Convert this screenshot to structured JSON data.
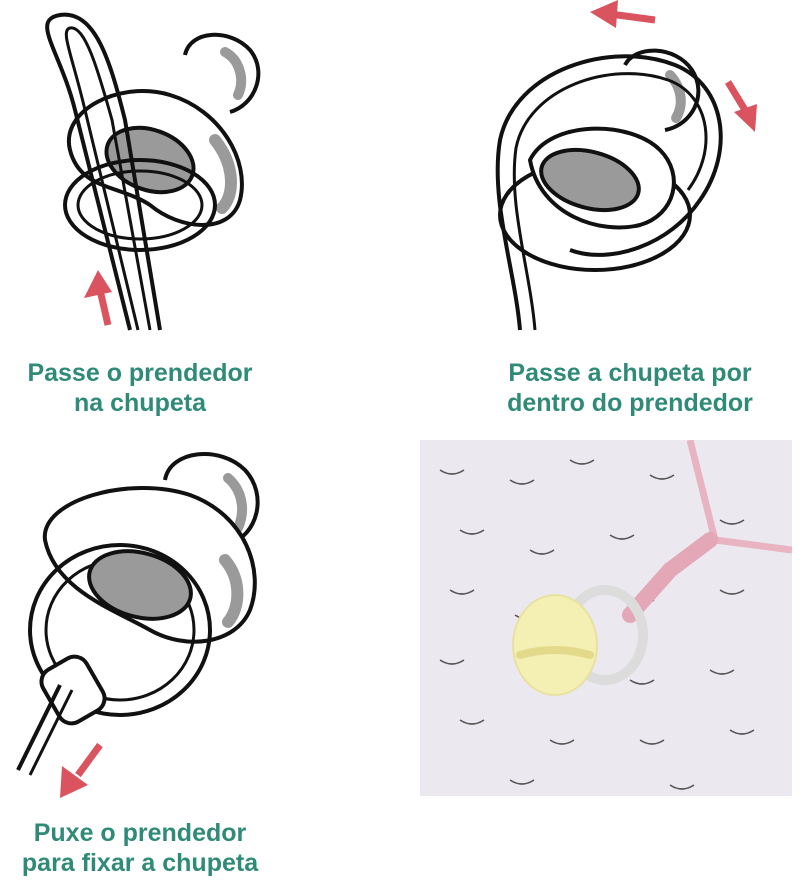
{
  "steps": [
    {
      "line1": "Passe o prendedor",
      "line2": "na chupeta"
    },
    {
      "line1": "Passe a chupeta por",
      "line2": "dentro do prendedor"
    },
    {
      "line1": "Puxe o prendedor",
      "line2": "para fixar a chupeta"
    }
  ],
  "colors": {
    "caption": "#2f8a78",
    "arrow": "#d9545e",
    "shield_fill": "#ffffff",
    "nipple_fill": "#9a9a9a",
    "outline": "#111111"
  }
}
